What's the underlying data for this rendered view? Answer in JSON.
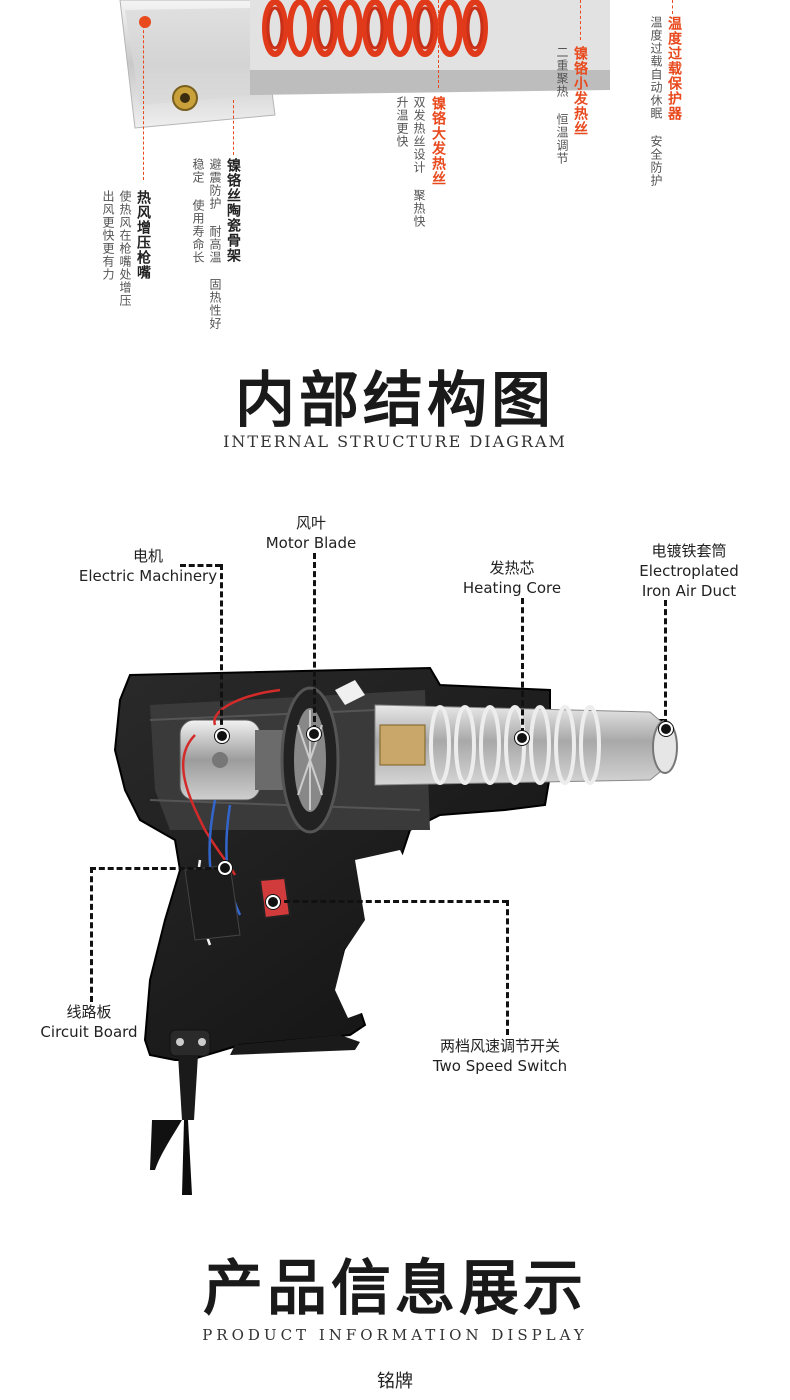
{
  "top_features": [
    {
      "title_dark": "镍铬丝陶瓷骨架",
      "desc_1": "避震防护 耐高温",
      "desc_2": "稳定 使用寿命长",
      "desc_3": "固热性好"
    },
    {
      "title_dark": "热风增压枪嘴",
      "desc_1": "使热风在枪嘴处增压",
      "desc_2": "出风更快更有力"
    },
    {
      "title_accent_1": "镍铬",
      "title_accent_2": "大发热丝",
      "desc_1": "双发热丝设计 聚热快",
      "desc_2": "升温更快"
    },
    {
      "title_accent_1": "镍铬",
      "title_accent_2": "小发热丝",
      "desc_1": "二重聚热 恒温调节"
    },
    {
      "title_accent": "温度过载保护器",
      "desc_1": "温度过载自动休眠 安全防护"
    }
  ],
  "section1": {
    "title": "内部结构图",
    "subtitle": "INTERNAL STRUCTURE DIAGRAM"
  },
  "labels": {
    "motor_blade_cn": "风叶",
    "motor_blade_en": "Motor Blade",
    "motor_cn": "电机",
    "motor_en": "Electric Machinery",
    "core_cn": "发热芯",
    "core_en": "Heating Core",
    "duct_cn": "电镀铁套筒",
    "duct_en_1": "Electroplated",
    "duct_en_2": "Iron Air Duct",
    "board_cn": "线路板",
    "board_en": "Circuit Board",
    "switch_cn": "两档风速调节开关",
    "switch_en": "Two Speed Switch"
  },
  "section2": {
    "title": "产品信息展示",
    "subtitle": "PRODUCT INFORMATION DISPLAY"
  },
  "nameplate": "铭牌",
  "colors": {
    "accent": "#e8491d",
    "dark": "#111111"
  }
}
